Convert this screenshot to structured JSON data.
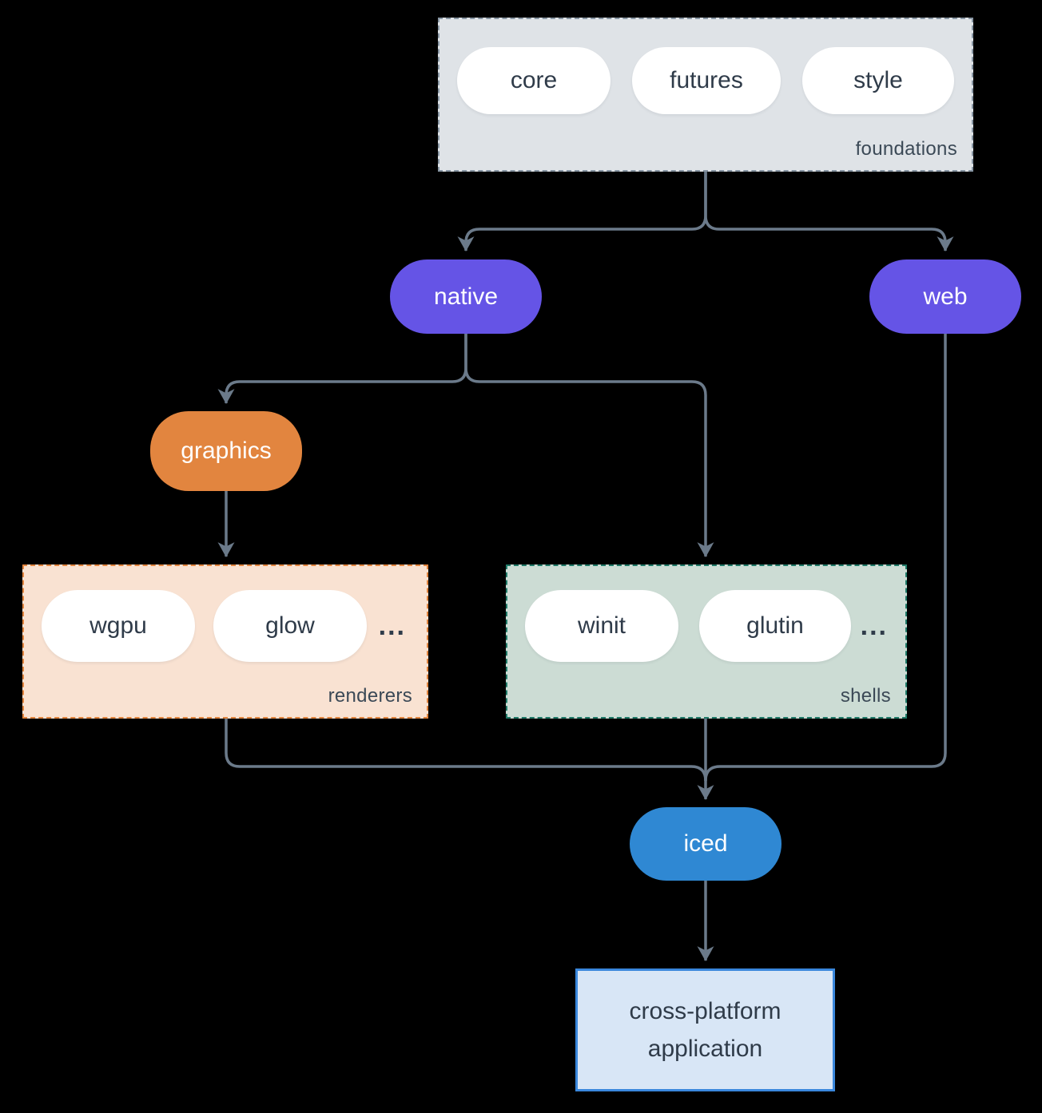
{
  "colors": {
    "background": "#000000",
    "connector": "#6b7a8a",
    "node_purple": "#6554e6",
    "node_orange": "#e2853f",
    "node_blue": "#2f88d3",
    "node_text_light": "#ffffff",
    "pill_text_dark": "#2f3b49",
    "group_label_text": "#3b4956",
    "foundations_bg": "#dfe3e7",
    "foundations_border": "#8896a4",
    "renderers_bg": "#f9e2d2",
    "renderers_border": "#e2853f",
    "shells_bg": "#ccdcd4",
    "shells_border": "#1f7a68",
    "application_bg": "#d8e6f6",
    "application_border": "#3a87dc"
  },
  "groups": {
    "foundations": {
      "label": "foundations",
      "items": [
        "core",
        "futures",
        "style"
      ]
    },
    "renderers": {
      "label": "renderers",
      "items": [
        "wgpu",
        "glow"
      ],
      "ellipsis": "..."
    },
    "shells": {
      "label": "shells",
      "items": [
        "winit",
        "glutin"
      ],
      "ellipsis": "..."
    }
  },
  "nodes": {
    "native": {
      "label": "native"
    },
    "web": {
      "label": "web"
    },
    "graphics": {
      "label": "graphics"
    },
    "iced": {
      "label": "iced"
    },
    "application": {
      "line1": "cross-platform",
      "line2": "application"
    }
  },
  "edges": [
    {
      "from": "foundations",
      "to": "native"
    },
    {
      "from": "foundations",
      "to": "web"
    },
    {
      "from": "native",
      "to": "graphics"
    },
    {
      "from": "native",
      "to": "shells"
    },
    {
      "from": "graphics",
      "to": "renderers"
    },
    {
      "from": "renderers",
      "to": "iced"
    },
    {
      "from": "shells",
      "to": "iced"
    },
    {
      "from": "web",
      "to": "iced"
    },
    {
      "from": "iced",
      "to": "application"
    }
  ]
}
